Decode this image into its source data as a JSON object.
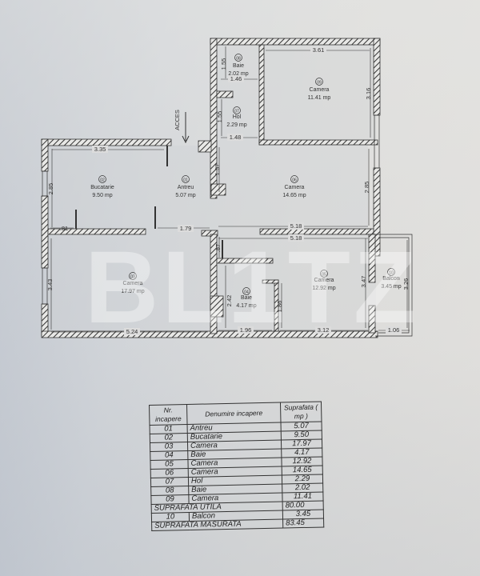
{
  "plan": {
    "access_label": "ACCES",
    "watermark": "BL1TZ",
    "rooms": [
      {
        "nr": "01",
        "name": "Antreu",
        "area": "5.07 mp"
      },
      {
        "nr": "02",
        "name": "Bucatarie",
        "area": "9.50 mp"
      },
      {
        "nr": "03",
        "name": "Camera",
        "area": "17.97 mp"
      },
      {
        "nr": "04",
        "name": "Baie",
        "area": "4.17 mp"
      },
      {
        "nr": "05",
        "name": "Camera",
        "area": "12.92 mp"
      },
      {
        "nr": "06",
        "name": "Camera",
        "area": "14.65 mp"
      },
      {
        "nr": "07",
        "name": "Hol",
        "area": "2.29 mp"
      },
      {
        "nr": "08",
        "name": "Baie",
        "area": "2.02 mp"
      },
      {
        "nr": "09",
        "name": "Camera",
        "area": "11.41 mp"
      },
      {
        "nr": "10",
        "name": "Balcon",
        "area": "3.45 mp"
      }
    ],
    "dimensions": {
      "d_3_61": "3.61",
      "d_1_55a": "1.55",
      "d_1_46": "1.46",
      "d_1_55b": "1.55",
      "d_1_48": "1.48",
      "d_3_16": "3.16",
      "d_3_35": "3.35",
      "d_2_85a": "2.85",
      "d_1_37": "1.37",
      "d_2_85b": "2.85",
      "d_81": ".81",
      "d_1_79": "1.79",
      "d_5_18a": "5.18",
      "d_5_18b": "5.18",
      "d_87": ".87",
      "d_3_43": "3.43",
      "d_2_42": "2.42",
      "d_1_86": "1.86",
      "d_3_47": "3.47",
      "d_3_26": "3.26",
      "d_5_24": "5.24",
      "d_1_96": "1.96",
      "d_3_12": "3.12",
      "d_1_06": "1.06"
    }
  },
  "legend": {
    "headers": {
      "nr": "Nr. incapere",
      "name": "Denumire incapere",
      "area": "Suprafata ( mp )"
    },
    "rows": [
      {
        "nr": "01",
        "name": "Antreu",
        "area": "5.07"
      },
      {
        "nr": "02",
        "name": "Bucatarie",
        "area": "9.50"
      },
      {
        "nr": "03",
        "name": "Camera",
        "area": "17.97"
      },
      {
        "nr": "04",
        "name": "Baie",
        "area": "4.17"
      },
      {
        "nr": "05",
        "name": "Camera",
        "area": "12.92"
      },
      {
        "nr": "06",
        "name": "Camera",
        "area": "14.65"
      },
      {
        "nr": "07",
        "name": "Hol",
        "area": "2.29"
      },
      {
        "nr": "08",
        "name": "Baie",
        "area": "2.02"
      },
      {
        "nr": "09",
        "name": "Camera",
        "area": "11.41"
      }
    ],
    "usable_label": "SUPRAFATA UTILA",
    "usable_value": "80.00",
    "balcony": {
      "nr": "10",
      "name": "Balcon",
      "area": "3.45"
    },
    "measured_label": "SUPRAFATA MASURATA",
    "measured_value": "83.45"
  }
}
